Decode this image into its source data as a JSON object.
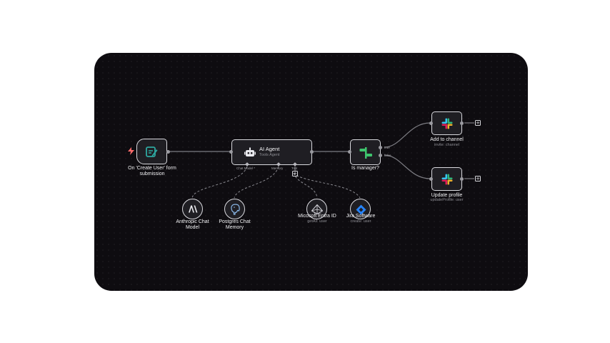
{
  "workflow": {
    "trigger": {
      "label": "On 'Create User' form submission"
    },
    "agent": {
      "title": "AI Agent",
      "subtitle": "Tools Agent",
      "ports": {
        "chat_model": "Chat Model *",
        "memory": "Memory",
        "tool": "Tool"
      }
    },
    "condition": {
      "label": "Is manager?",
      "outputs": {
        "true": "true",
        "false": "false"
      }
    },
    "add_channel": {
      "label": "Add to channel",
      "subtitle": "invite: channel"
    },
    "update_profile": {
      "label": "Update profile",
      "subtitle": "updateProfile: user"
    },
    "anthropic": {
      "label": "Anthropic Chat Model"
    },
    "postgres": {
      "label": "Postgres Chat Memory"
    },
    "entra": {
      "label": "Micosoft Entra ID",
      "subtitle": "getAll: user"
    },
    "jira": {
      "label": "Jira Software",
      "subtitle": "create: user"
    },
    "add_button": "+"
  },
  "colors": {
    "canvas": "#0e0c10",
    "node_fill": "#1f1e23",
    "node_border": "#d9d9de",
    "trigger_accent": "#ff6b6b",
    "form_icon": "#2ea7a0",
    "condition_icon": "#3ec46d",
    "jira_blue": "#2684ff"
  },
  "icons": {
    "trigger": "lightning-icon",
    "form": "form-edit-icon",
    "agent": "robot-icon",
    "condition": "if-split-icon",
    "slack": "slack-icon",
    "anthropic": "anthropic-icon",
    "postgres": "postgres-elephant-icon",
    "entra": "entra-id-icon",
    "jira": "jira-icon"
  }
}
